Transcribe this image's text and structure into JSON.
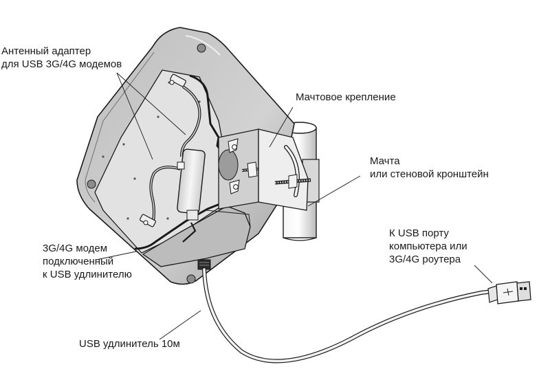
{
  "labels": {
    "antenna_adapter": {
      "line1": "Антенный адаптер",
      "line2": "для USB 3G/4G модемов"
    },
    "mast_mount": "Мачтовое крепление",
    "mast": {
      "line1": "Мачта",
      "line2": "или стеновой кронштейн"
    },
    "usb_port": {
      "line1": "К USB порту",
      "line2": "компьютера или",
      "line3": "3G/4G роутера"
    },
    "modem": {
      "line1": "3G/4G модем",
      "line2": "подключенный",
      "line3": "к USB удлинителю"
    },
    "usb_extension": "USB удлинитель 10м"
  },
  "colors": {
    "outline": "#1a1a1a",
    "housing": "#cfcfcf",
    "housing_shade": "#a9a9a9",
    "panel": "#dedede",
    "metal": "#e4e4e4",
    "cable": "#f2f2f2"
  }
}
